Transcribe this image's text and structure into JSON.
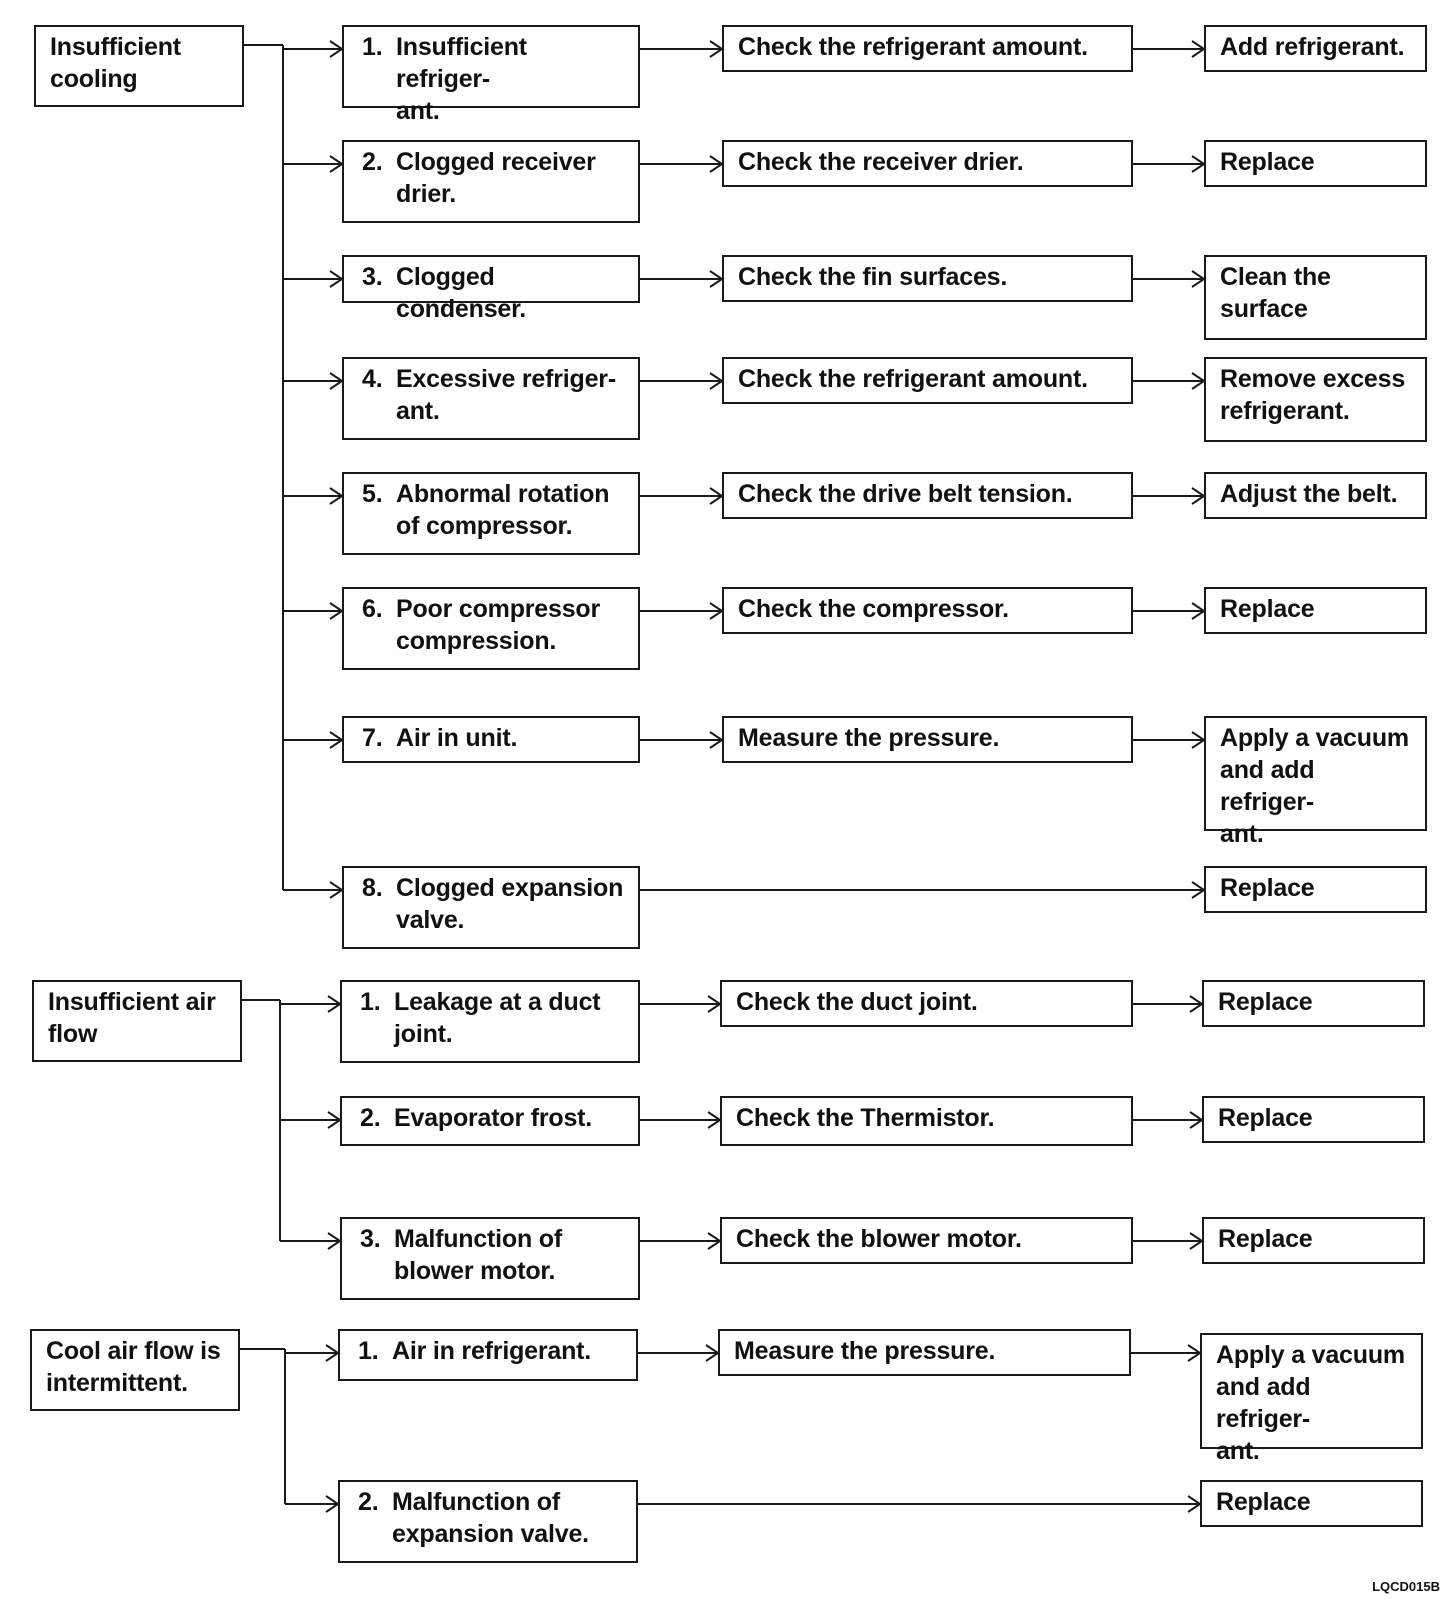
{
  "groups": [
    {
      "problem": "Insufficient\ncooling",
      "causes": [
        {
          "num": "1.",
          "text": "Insufficient refriger-\nant.",
          "check": "Check the refrigerant amount.",
          "action": "Add refrigerant."
        },
        {
          "num": "2.",
          "text": "Clogged receiver\ndrier.",
          "check": "Check the receiver drier.",
          "action": "Replace"
        },
        {
          "num": "3.",
          "text": "Clogged condenser.",
          "check": "Check the fin surfaces.",
          "action": "Clean the\nsurface"
        },
        {
          "num": "4.",
          "text": "Excessive refriger-\nant.",
          "check": "Check the refrigerant amount.",
          "action": "Remove excess\nrefrigerant."
        },
        {
          "num": "5.",
          "text": "Abnormal rotation\nof compressor.",
          "check": "Check the drive belt tension.",
          "action": "Adjust the belt."
        },
        {
          "num": "6.",
          "text": "Poor compressor\ncompression.",
          "check": "Check the compressor.",
          "action": "Replace"
        },
        {
          "num": "7.",
          "text": "Air in unit.",
          "check": "Measure the pressure.",
          "action": "Apply a vacuum\nand add refriger-\nant."
        },
        {
          "num": "8.",
          "text": "Clogged expansion\nvalve.",
          "check": "",
          "action": "Replace"
        }
      ]
    },
    {
      "problem": "Insufficient air\nflow",
      "causes": [
        {
          "num": "1.",
          "text": "Leakage at a duct\njoint.",
          "check": "Check the duct joint.",
          "action": "Replace"
        },
        {
          "num": "2.",
          "text": "Evaporator frost.",
          "check": "Check the Thermistor.",
          "action": "Replace"
        },
        {
          "num": "3.",
          "text": "Malfunction of\nblower motor.",
          "check": "Check the blower motor.",
          "action": "Replace"
        }
      ]
    },
    {
      "problem": "Cool air flow is\nintermittent.",
      "causes": [
        {
          "num": "1.",
          "text": "Air in refrigerant.",
          "check": "Measure the pressure.",
          "action": "Apply a vacuum\nand add refriger-\nant."
        },
        {
          "num": "2.",
          "text": "Malfunction of\nexpansion valve.",
          "check": "",
          "action": "Replace"
        }
      ]
    }
  ],
  "figure_code": "LQCD015B"
}
